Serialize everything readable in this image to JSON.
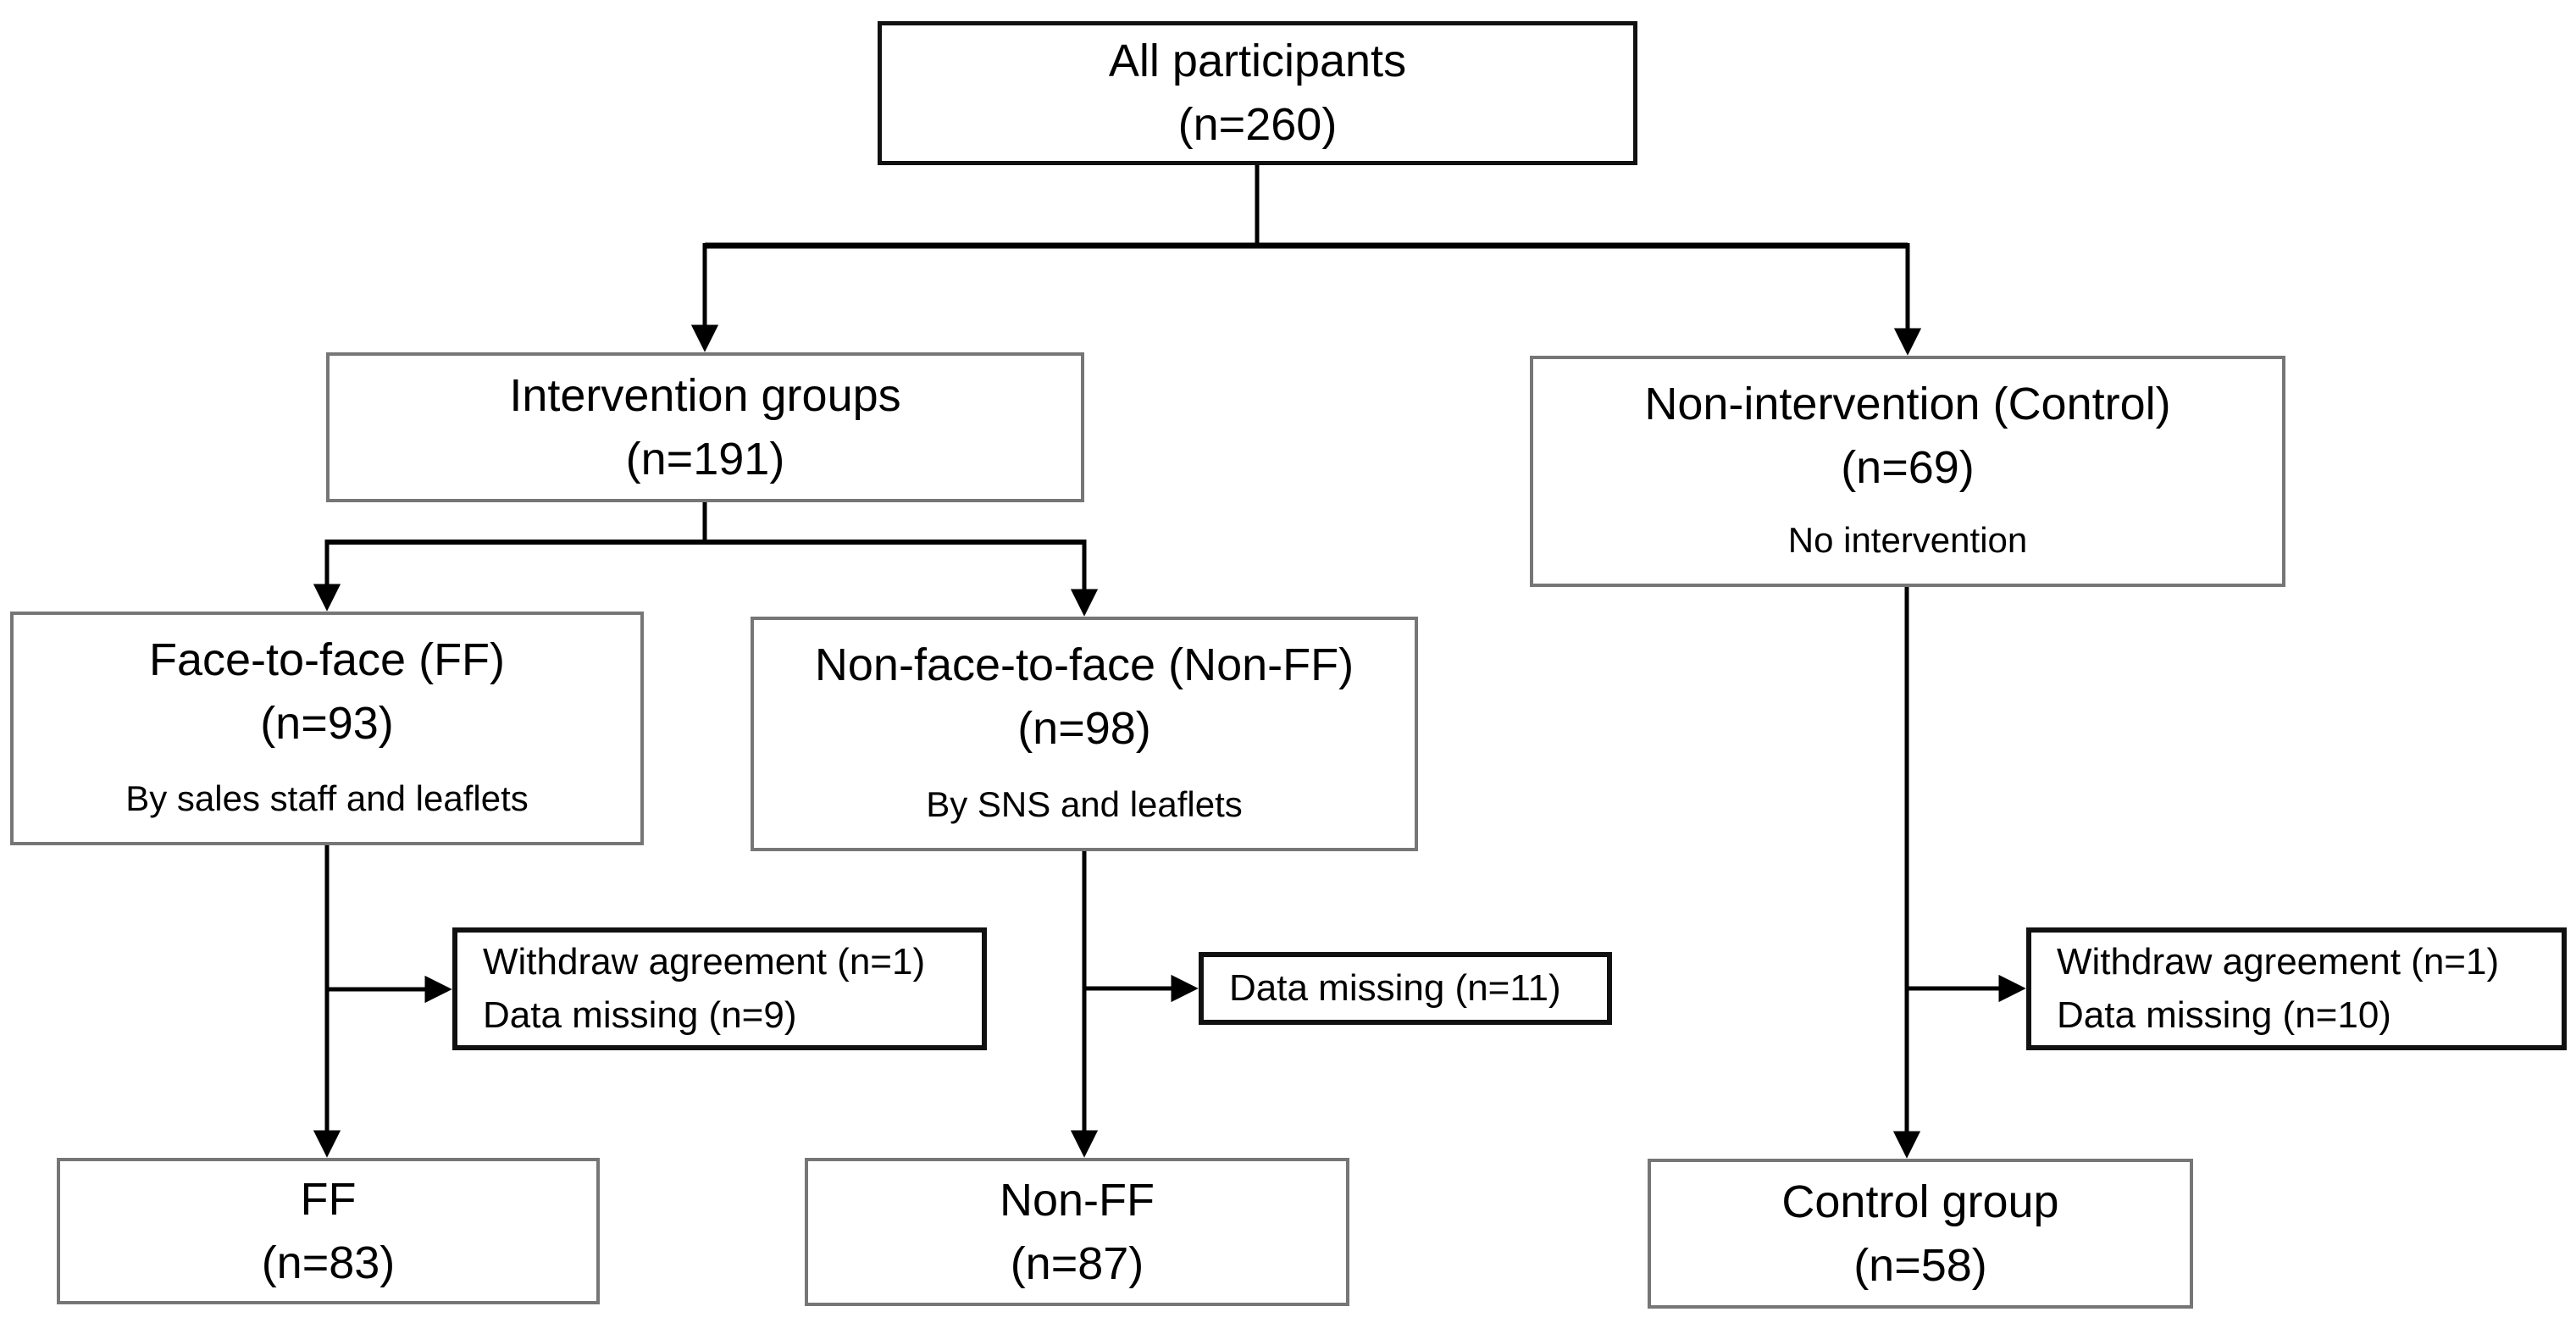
{
  "diagram": {
    "type": "flowchart",
    "background": "#ffffff",
    "colors": {
      "connector": "#000000",
      "strong_border": "#111111",
      "soft_border": "#767676",
      "text": "#000000"
    },
    "nodes": {
      "all_participants": {
        "title": "All participants",
        "count": "(n=260)"
      },
      "intervention_groups": {
        "title": "Intervention groups",
        "count": "(n=191)"
      },
      "non_intervention": {
        "title": "Non-intervention (Control)",
        "count": "(n=69)",
        "note": "No intervention"
      },
      "face_to_face": {
        "title": "Face-to-face (FF)",
        "count": "(n=93)",
        "note": "By sales staff and leaflets"
      },
      "non_face_to_face": {
        "title": "Non-face-to-face (Non-FF)",
        "count": "(n=98)",
        "note": "By SNS and leaflets"
      },
      "ff_exclusions": {
        "line1": "Withdraw agreement (n=1)",
        "line2": "Data missing (n=9)"
      },
      "non_ff_exclusions": {
        "line1": "Data missing (n=11)"
      },
      "control_exclusions": {
        "line1": "Withdraw agreement (n=1)",
        "line2": "Data missing (n=10)"
      },
      "ff_final": {
        "title": "FF",
        "count": "(n=83)"
      },
      "non_ff_final": {
        "title": "Non-FF",
        "count": "(n=87)"
      },
      "control_final": {
        "title": "Control group",
        "count": "(n=58)"
      }
    }
  }
}
